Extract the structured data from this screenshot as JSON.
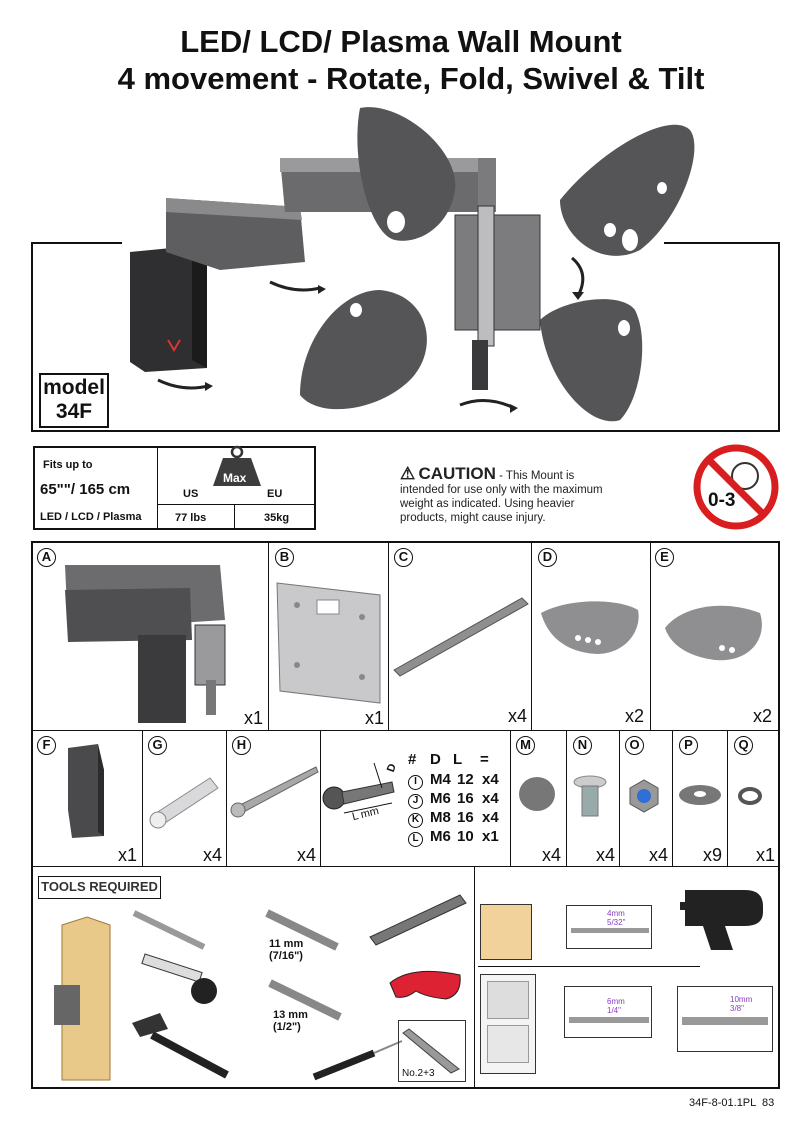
{
  "title": {
    "line1": "LED/ LCD/ Plasma Wall Mount",
    "line2": "4 movement - Rotate, Fold, Swivel & Tilt"
  },
  "model": {
    "label": "model",
    "number": "34F"
  },
  "fit": {
    "heading": "Fits up to",
    "size": "65\"\"/ 165 cm",
    "types": "LED / LCD / Plasma",
    "max_label": "Max",
    "us_label": "US",
    "eu_label": "EU",
    "us_weight": "77 lbs",
    "eu_weight": "35kg"
  },
  "caution": {
    "heading": "CAUTION",
    "text_inline": " - This Mount is",
    "line2": "intended for use only with the maximum",
    "line3": "weight as indicated. Using heavier",
    "line4": "products, might cause injury."
  },
  "age_warning": "0-3",
  "parts_top": [
    {
      "letter": "A",
      "qty": "x1"
    },
    {
      "letter": "B",
      "qty": "x1"
    },
    {
      "letter": "C",
      "qty": "x4"
    },
    {
      "letter": "D",
      "qty": "x2"
    },
    {
      "letter": "E",
      "qty": "x2"
    }
  ],
  "parts_bottom": [
    {
      "letter": "F",
      "qty": "x1"
    },
    {
      "letter": "G",
      "qty": "x4"
    },
    {
      "letter": "H",
      "qty": "x4"
    },
    {
      "letter": "M",
      "qty": "x4"
    },
    {
      "letter": "N",
      "qty": "x4"
    },
    {
      "letter": "O",
      "qty": "x4"
    },
    {
      "letter": "P",
      "qty": "x9"
    },
    {
      "letter": "Q",
      "qty": "x1"
    }
  ],
  "screw_table": {
    "headers": [
      "#",
      "D",
      "L",
      "="
    ],
    "dim_d": "D",
    "dim_l": "L mm",
    "rows": [
      {
        "id": "I",
        "d": "M4",
        "l": "12",
        "q": "x4"
      },
      {
        "id": "J",
        "d": "M6",
        "l": "16",
        "q": "x4"
      },
      {
        "id": "K",
        "d": "M8",
        "l": "16",
        "q": "x4"
      },
      {
        "id": "L",
        "d": "M6",
        "l": "10",
        "q": "x1"
      }
    ]
  },
  "tools": {
    "heading": "TOOLS REQUIRED",
    "wrench1": "11 mm\n(7/16\")",
    "wrench1_a": "11 mm",
    "wrench1_b": "(7/16\")",
    "wrench2_a": "13 mm",
    "wrench2_b": "(1/2\")",
    "screwdriver": "No.2+3",
    "drill_wood_a": "4mm",
    "drill_wood_b": "5/32\"",
    "drill_brick1_a": "6mm",
    "drill_brick1_b": "1/4\"",
    "drill_brick2_a": "10mm",
    "drill_brick2_b": "3/8\""
  },
  "footer": "34F-8-01.1PL  83"
}
